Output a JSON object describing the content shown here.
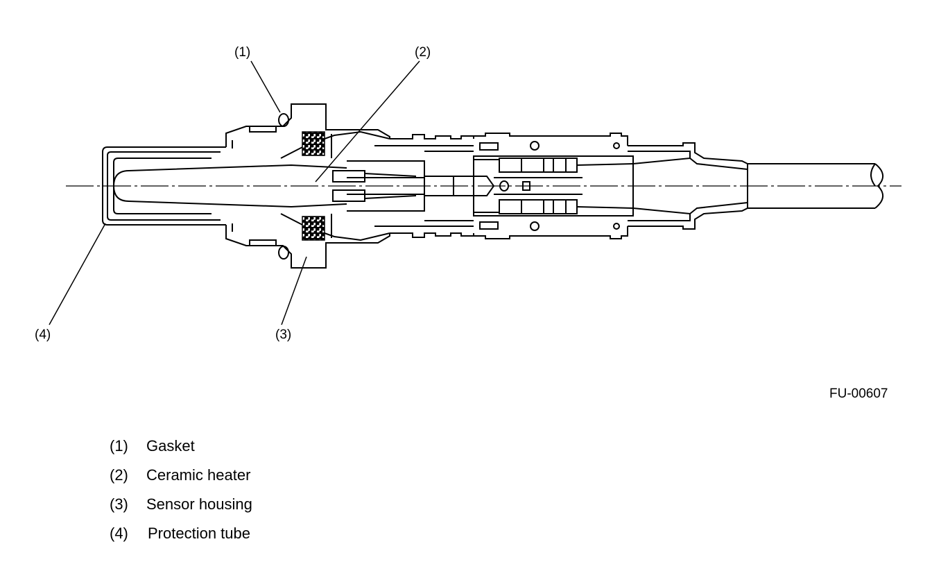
{
  "callouts": [
    {
      "id": "1",
      "text": "(1)"
    },
    {
      "id": "2",
      "text": "(2)"
    },
    {
      "id": "3",
      "text": "(3)"
    },
    {
      "id": "4",
      "text": "(4)"
    }
  ],
  "figure_code": "FU-00607",
  "legend": [
    {
      "num": "(1)",
      "label": "Gasket"
    },
    {
      "num": "(2)",
      "label": "Ceramic heater"
    },
    {
      "num": "(3)",
      "label": "Sensor housing"
    },
    {
      "num": "(4)",
      "label": "Protection tube"
    }
  ]
}
